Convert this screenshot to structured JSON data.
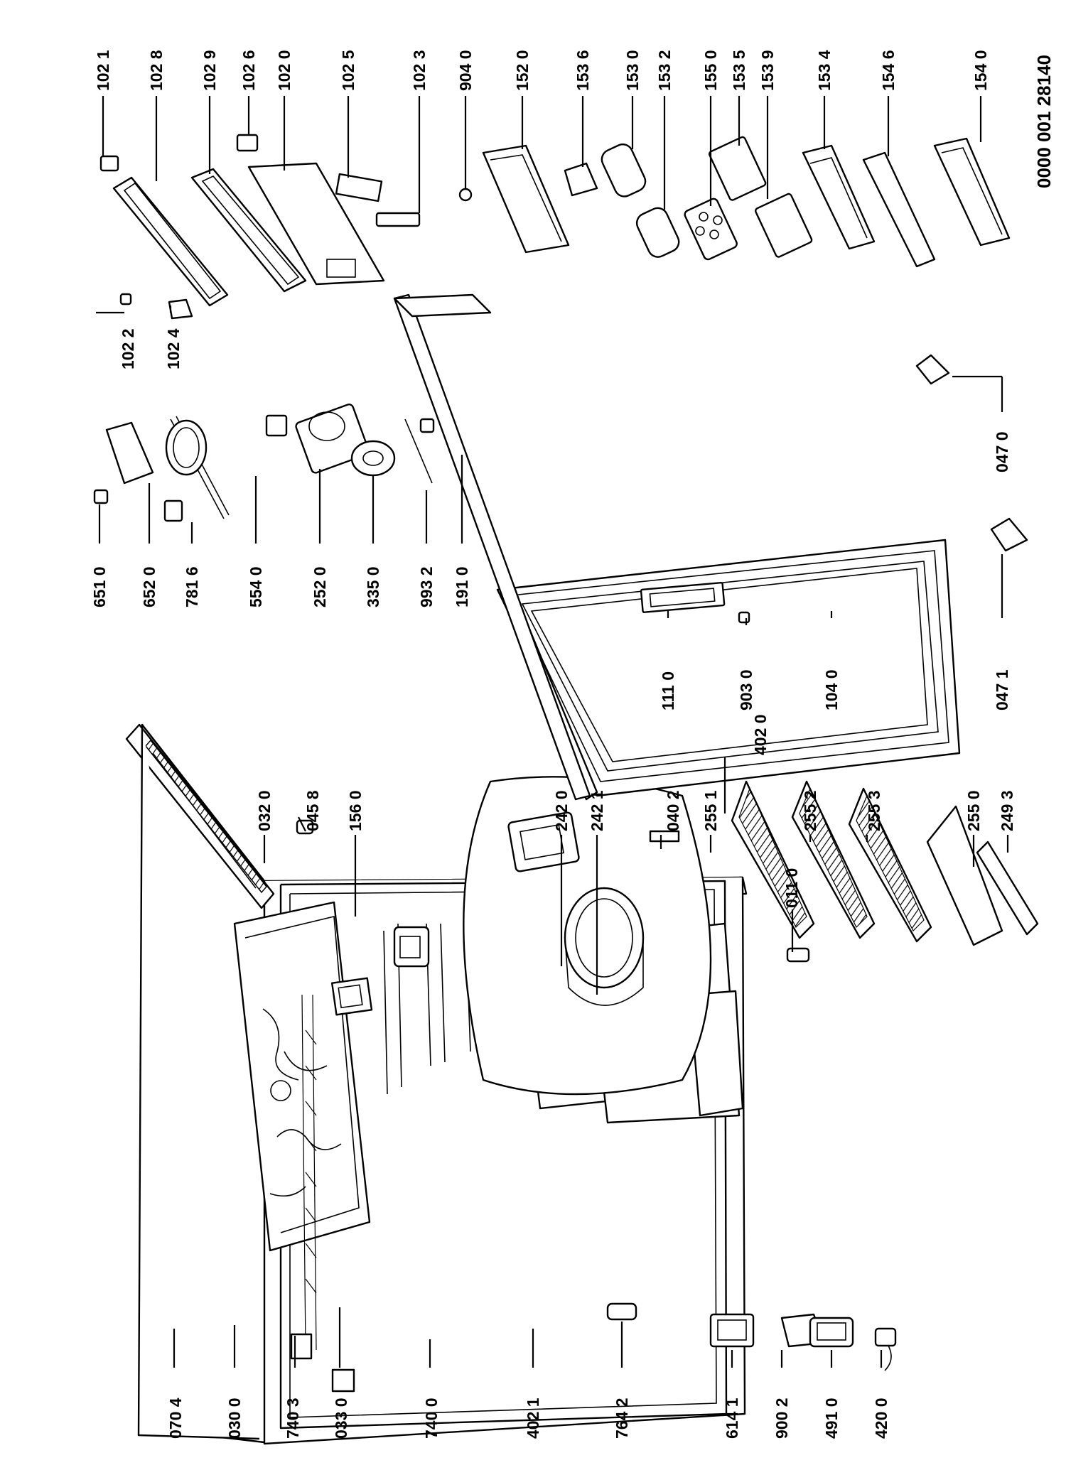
{
  "drawing": {
    "code": "0000 001 28140"
  },
  "callouts": [
    "070 4",
    "030 0",
    "740 3",
    "033 0",
    "740 0",
    "402 1",
    "764 2",
    "614 1",
    "900 2",
    "491 0",
    "420 0",
    "402 0",
    "011 0",
    "032 0",
    "045 8",
    "156 0",
    "242 0",
    "242 1",
    "040 2",
    "255 1",
    "255 2",
    "255 3",
    "255 0",
    "249 3",
    "111 0",
    "903 0",
    "104 0",
    "047 1",
    "047 0",
    "651 0",
    "652 0",
    "781 6",
    "554 0",
    "252 0",
    "335 0",
    "993 2",
    "191 0",
    "102 2",
    "102 4",
    "102 1",
    "102 8",
    "102 9",
    "102 6",
    "102 0",
    "102 5",
    "102 3",
    "904 0",
    "152 0",
    "153 6",
    "153 0",
    "153 2",
    "155 0",
    "153 5",
    "153 9",
    "153 4",
    "154 6",
    "154 0"
  ]
}
